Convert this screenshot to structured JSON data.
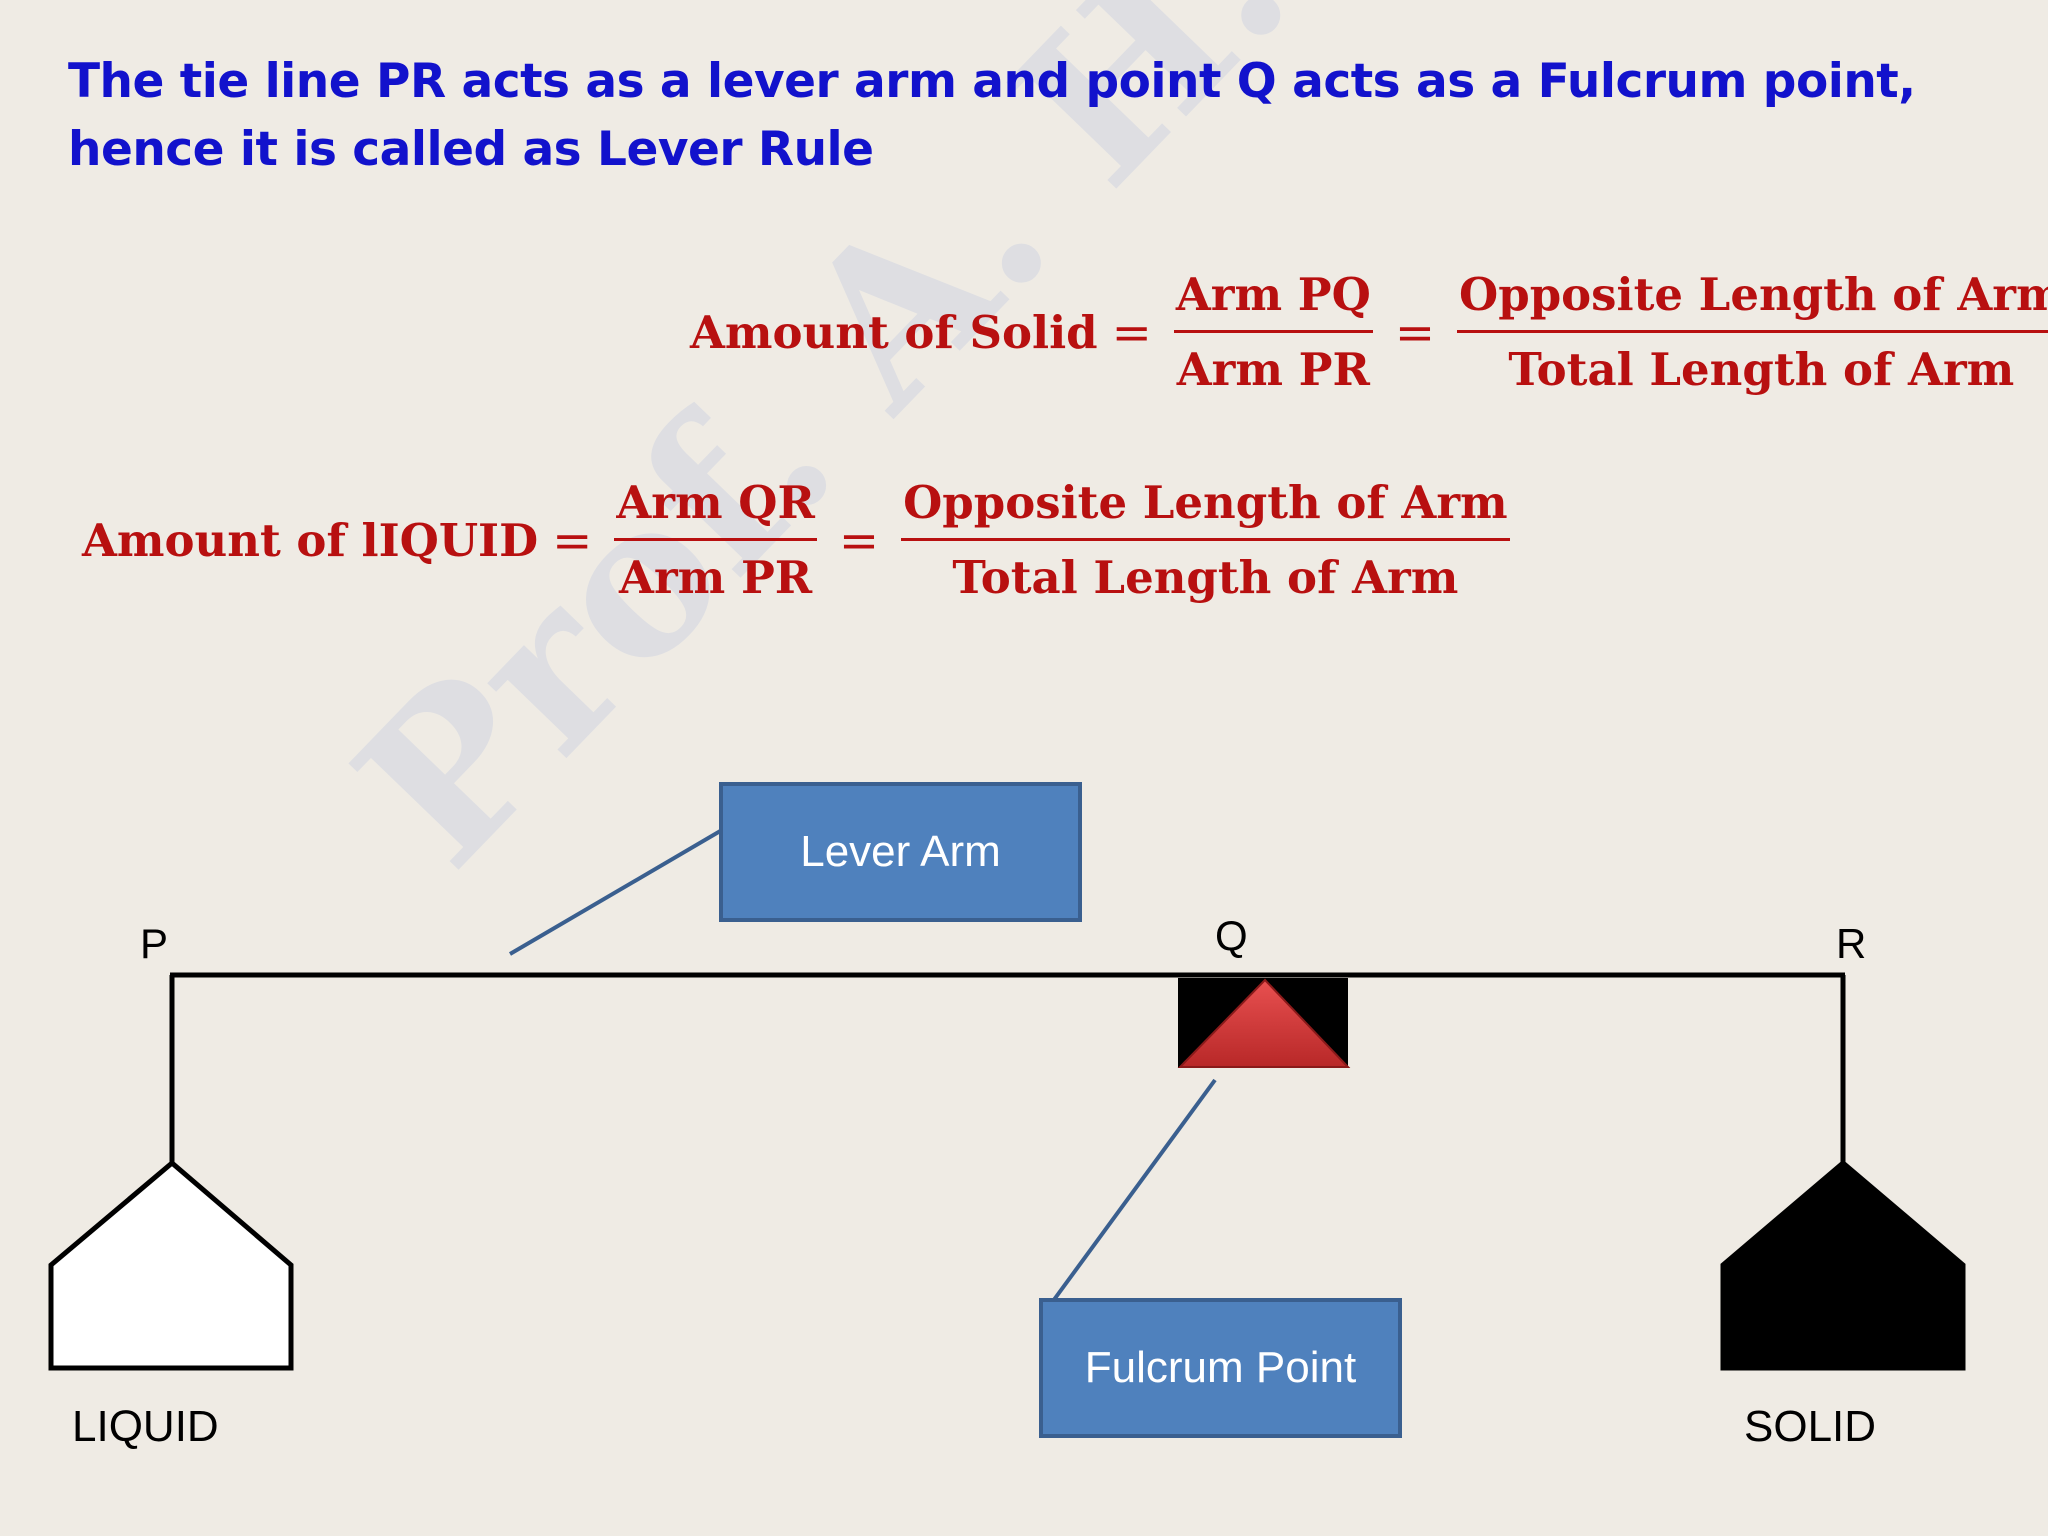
{
  "heading": "The tie line PR acts as a lever arm and point Q acts as a Fulcrum point, hence it is called as Lever Rule",
  "watermark": "Prof. A. H. Kamble",
  "formula_solid": {
    "lhs": "Amount of Solid",
    "frac1_num": "Arm PQ",
    "frac1_den": "Arm PR",
    "frac2_num": "Opposite Length of Arm",
    "frac2_den": "Total Length of Arm"
  },
  "formula_liquid": {
    "lhs": "Amount of lIQUID",
    "frac1_num": "Arm QR",
    "frac1_den": "Arm PR",
    "frac2_num": "Opposite Length of Arm",
    "frac2_den": "Total Length of Arm"
  },
  "diagram": {
    "point_p": "P",
    "point_q": "Q",
    "point_r": "R",
    "lever_arm_label": "Lever Arm",
    "fulcrum_label": "Fulcrum Point",
    "liquid_label": "LIQUID",
    "solid_label": "SOLID",
    "colors": {
      "callout_fill": "#4f81bd",
      "fulcrum_triangle": "#d23a3a",
      "liquid_pan": "#ffffff",
      "solid_pan": "#000000"
    }
  }
}
